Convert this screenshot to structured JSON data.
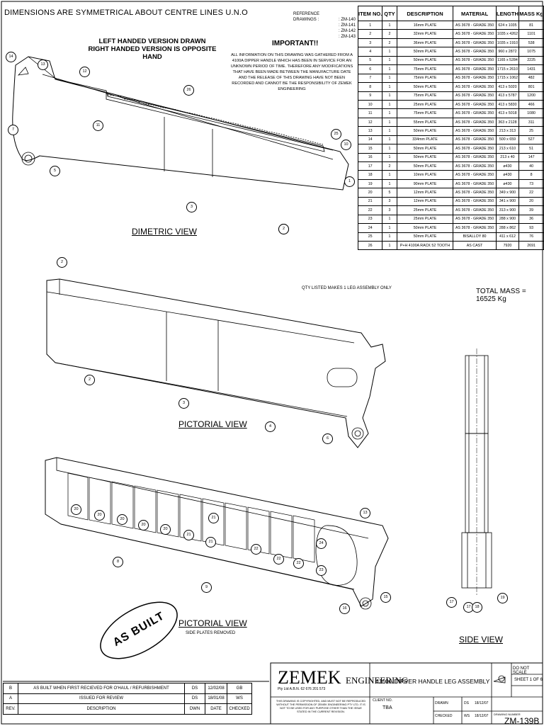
{
  "header": {
    "symmetry_note": "DIMENSIONS ARE SYMMETRICAL ABOUT CENTRE LINES U.N.O",
    "reference_label": "REFERENCE DRAWINGS :",
    "references": [
      "ZM-140",
      "ZM-141",
      "ZM-142",
      "ZM-143"
    ],
    "hand_note_line1": "LEFT HANDED VERSION DRAWN",
    "hand_note_line2": "RIGHT HANDED VERSION IS OPPOSITE HAND",
    "important_title": "IMPORTANT!!",
    "important_text": "ALL INFORMATION ON THIS DRAWING WAS GATHERED FROM A 4100A DIPPER HANDLE WHICH HAS BEEN IN SERVICE FOR AN UNKNOWN PERIOD OF TIME. THEREFORE ANY MODIFICATIONS THAT HAVE BEEN MADE BETWEEN THE MANUFACTURE DATE AND THE RELEASE OF THIS DRAWING HAVE NOT BEEN RECORDED AND CANNOT BE THE RESPONSIBILITY OF ZEMEK ENGINEERING"
  },
  "bom": {
    "headers": [
      "ITEM NO.",
      "QTY",
      "DESCRIPTION",
      "MATERIAL",
      "LENGTH",
      "MASS Kg"
    ],
    "rows": [
      [
        "1",
        "1",
        "16mm PLATE",
        "AS 3678 - GRADE 350",
        "624 x 1035",
        "81"
      ],
      [
        "2",
        "2",
        "32mm PLATE",
        "AS 3678 - GRADE 350",
        "1035 x 4262",
        "1101"
      ],
      [
        "3",
        "2",
        "36mm PLATE",
        "AS 3678 - GRADE 350",
        "1035 x 1910",
        "538"
      ],
      [
        "4",
        "1",
        "50mm PLATE",
        "AS 3678 - GRADE 350",
        "960 x 2872",
        "1075"
      ],
      [
        "5",
        "1",
        "50mm PLATE",
        "AS 3678 - GRADE 350",
        "1165 x 5284",
        "2225"
      ],
      [
        "6",
        "1",
        "75mm PLATE",
        "AS 3678 - GRADE 350",
        "1715 x 2610",
        "1431"
      ],
      [
        "7",
        "1",
        "75mm PLATE",
        "AS 3678 - GRADE 350",
        "1715 x 1062",
        "482"
      ],
      [
        "8",
        "1",
        "50mm PLATE",
        "AS 3678 - GRADE 350",
        "413 x 5020",
        "801"
      ],
      [
        "9",
        "1",
        "75mm PLATE",
        "AS 3678 - GRADE 350",
        "413 x 5787",
        "1200"
      ],
      [
        "10",
        "1",
        "25mm PLATE",
        "AS 3678 - GRADE 350",
        "413 x 5830",
        "466"
      ],
      [
        "11",
        "1",
        "75mm PLATE",
        "AS 3678 - GRADE 350",
        "413 x 5018",
        "1080"
      ],
      [
        "12",
        "1",
        "55mm PLATE",
        "AS 3678 - GRADE 350",
        "363 x 2128",
        "311"
      ],
      [
        "13",
        "1",
        "50mm PLATE",
        "AS 3678 - GRADE 350",
        "213 x 313",
        "25"
      ],
      [
        "14",
        "1",
        "334mm PLATE",
        "AS 3678 - GRADE 350",
        "500 x 659",
        "527"
      ],
      [
        "15",
        "1",
        "50mm PLATE",
        "AS 3678 - GRADE 350",
        "213 x 610",
        "51"
      ],
      [
        "16",
        "1",
        "50mm PLATE",
        "AS 3678 - GRADE 350",
        "213 x 40",
        "147"
      ],
      [
        "17",
        "2",
        "50mm PLATE",
        "AS 3678 - GRADE 350",
        "ø430",
        "40"
      ],
      [
        "18",
        "1",
        "10mm PLATE",
        "AS 3678 - GRADE 350",
        "ø430",
        "8"
      ],
      [
        "19",
        "1",
        "90mm PLATE",
        "AS 3678 - GRADE 350",
        "ø430",
        "73"
      ],
      [
        "20",
        "5",
        "12mm PLATE",
        "AS 3678 - GRADE 350",
        "349 x 900",
        "22"
      ],
      [
        "21",
        "3",
        "12mm PLATE",
        "AS 3678 - GRADE 350",
        "341 x 900",
        "20"
      ],
      [
        "22",
        "3",
        "25mm PLATE",
        "AS 3678 - GRADE 350",
        "313 x 900",
        "39"
      ],
      [
        "23",
        "1",
        "25mm PLATE",
        "AS 3678 - GRADE 350",
        "288 x 900",
        "36"
      ],
      [
        "24",
        "1",
        "50mm PLATE",
        "AS 3678 - GRADE 350",
        "288 x 862",
        "93"
      ],
      [
        "25",
        "1",
        "50mm PLATE",
        "BISALLOY 80",
        "411 x 612",
        "76"
      ],
      [
        "26",
        "1",
        "P+H 4100A RACK 52 TOOTH",
        "AS CAST",
        "7920",
        "2691"
      ]
    ],
    "qty_note": "QTY LISTED MAKES 1 LEG ASSEMBLY ONLY",
    "total_mass": "TOTAL MASS = 16525 Kg"
  },
  "views": {
    "dimetric": "DIMETRIC VIEW",
    "pictorial1": "PICTORIAL VIEW",
    "pictorial2": "PICTORIAL VIEW",
    "pictorial2_sub": "SIDE PLATES REMOVED",
    "side": "SIDE VIEW",
    "stamp": "AS BUILT"
  },
  "revisions": {
    "rows": [
      [
        "B",
        "AS BUILT WHEN FIRST RECIEVED FOR O'HAUL / REFURBISHMENT",
        "DS",
        "12/02/08",
        "GB"
      ],
      [
        "A",
        "ISSUED FOR REVIEW",
        "DS",
        "18/01/08",
        "WS"
      ]
    ],
    "headers": [
      "REV.",
      "DESCRIPTION",
      "DWN",
      "DATE",
      "CHECKED"
    ]
  },
  "title_block": {
    "company_big": "ZEMEK",
    "company_small": "ENGINEERING",
    "company_sub": "Pty Ltd    A.B.N. 62 676 201 573",
    "drawing_title": "4100A DIPPER HANDLE LEG ASSEMBLY",
    "copyright": "THIS DRAWING IS COPYRIGHTED, AND MUST NOT BE REPRODUCED WITHOUT THE PERMISSION OF ZEMEK ENGINEERING PTY LTD. IT IS NOT TO BE USED FOR ANY PURPOSE OTHER THAN THE ISSUE STATED IN THE CURRENT REVISION.",
    "client_label": "CLIENT NO.",
    "client": "TBA",
    "drawn_label": "DRAWN",
    "drawn": "DS",
    "drawn_date": "18/12/07",
    "checked_label": "CHECKED",
    "checked": "WS",
    "checked_date": "18/12/07",
    "do_not_scale": "DO NOT SCALE",
    "sheet": "SHEET 1 OF 6",
    "drawing_number_label": "DRAWING NUMBER",
    "drawing_number": "ZM-139B"
  },
  "callouts": {
    "dimetric": [
      "14",
      "13",
      "12",
      "26",
      "11",
      "7",
      "5",
      "3",
      "2",
      "1",
      "10",
      "25",
      "2"
    ],
    "pictorial1": [
      "2",
      "2",
      "3",
      "4",
      "6"
    ],
    "pictorial2": [
      "20",
      "20",
      "20",
      "20",
      "20",
      "21",
      "21",
      "21",
      "22",
      "22",
      "22",
      "24",
      "23",
      "8",
      "9",
      "13",
      "15",
      "16"
    ],
    "side": [
      "17",
      "17",
      "18",
      "19"
    ]
  }
}
